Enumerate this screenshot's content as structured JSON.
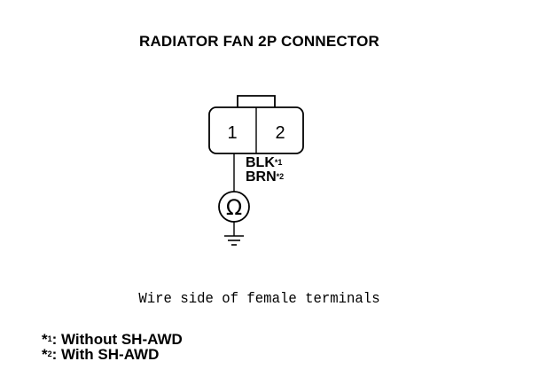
{
  "title": "RADIATOR FAN 2P CONNECTOR",
  "connector": {
    "pins": [
      {
        "number": "1"
      },
      {
        "number": "2"
      }
    ]
  },
  "wire": {
    "colors": [
      {
        "color": "BLK",
        "ref": "*1"
      },
      {
        "color": "BRN",
        "ref": "*2"
      }
    ]
  },
  "meter": {
    "symbol": "Ω"
  },
  "caption": "Wire side of female terminals",
  "notes": [
    {
      "mark": "*",
      "ref": "1",
      "text": ": Without SH-AWD"
    },
    {
      "mark": "*",
      "ref": "2",
      "text": ": With SH-AWD"
    }
  ]
}
